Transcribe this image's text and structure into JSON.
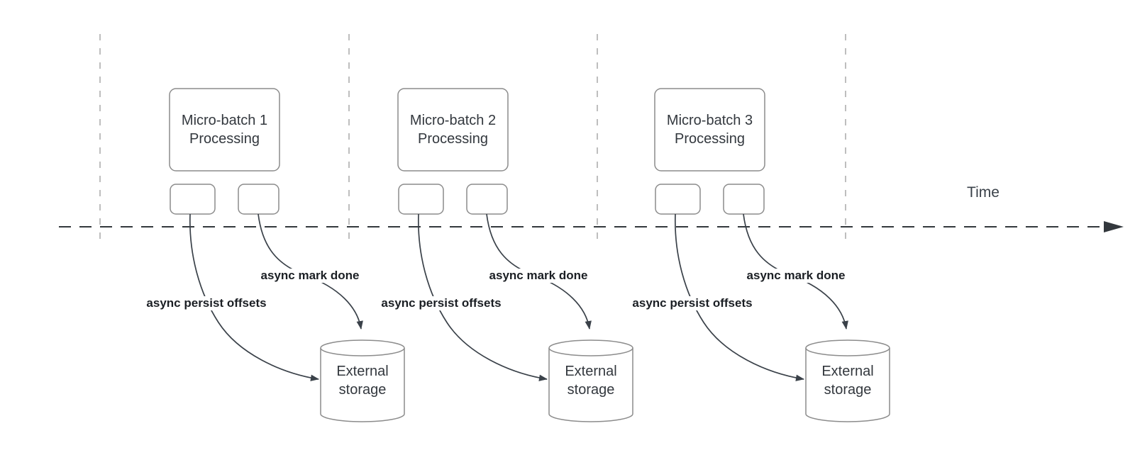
{
  "diagram": {
    "time_label": "Time",
    "colors": {
      "shape_border": "#8c8c8c",
      "arrow": "#3a4149",
      "gridline": "#a9a9a9",
      "shape_text": "#33383e",
      "edge_label_text": "#1b1f24",
      "background": "#ffffff"
    },
    "units": [
      {
        "title": "Micro-batch 1 Processing",
        "persist_label": "async persist offsets",
        "mark_label": "async mark done",
        "storage_label": "External storage"
      },
      {
        "title": "Micro-batch 2 Processing",
        "persist_label": "async persist offsets",
        "mark_label": "async mark done",
        "storage_label": "External storage"
      },
      {
        "title": "Micro-batch 3 Processing",
        "persist_label": "async persist offsets",
        "mark_label": "async mark done",
        "storage_label": "External storage"
      }
    ]
  }
}
